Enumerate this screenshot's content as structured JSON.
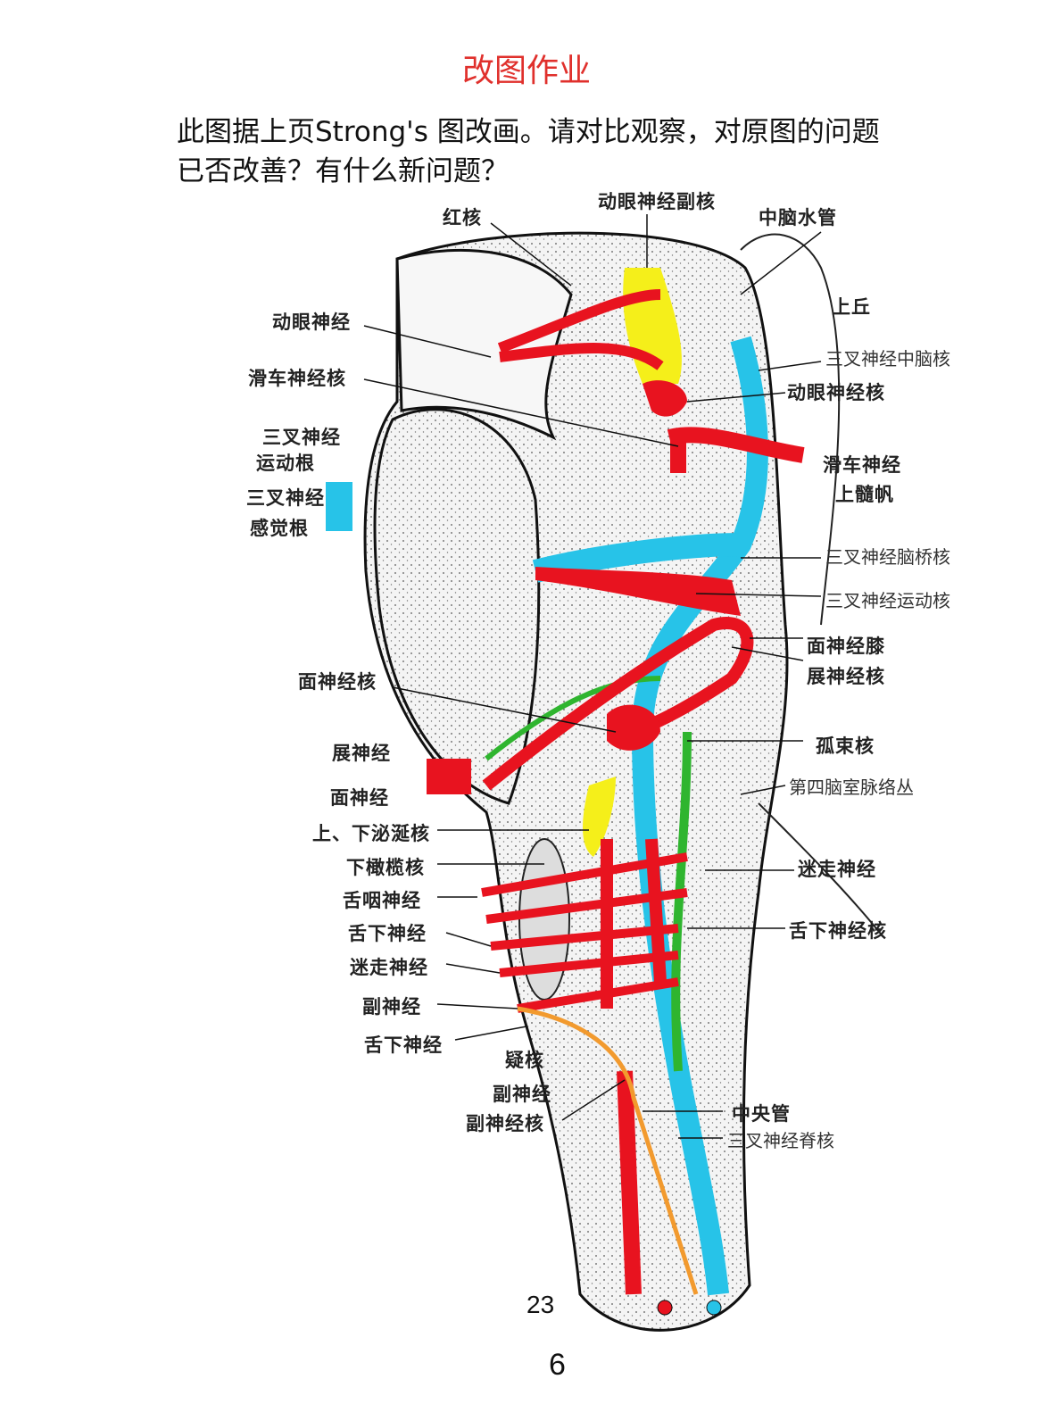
{
  "title": "改图作业",
  "intro": {
    "line1": "此图据上页Strong's 图改画。请对比观察，对原图的问题",
    "line2": "已否改善？有什么新问题？"
  },
  "labels_left": [
    "红核",
    "动眼神经",
    "滑车神经核",
    "三叉神经",
    "运动根",
    "三叉神经",
    "感觉根",
    "面神经核",
    "展神经",
    "面神经",
    "上、下泌涎核",
    "下橄榄核",
    "舌咽神经",
    "舌下神经",
    "迷走神经",
    "副神经",
    "舌下神经",
    "疑核",
    "副神经",
    "副神经核"
  ],
  "labels_right": [
    "动眼神经副核",
    "中脑水管",
    "上丘",
    "三叉神经中脑核",
    "动眼神经核",
    "滑车神经",
    "上髓帆",
    "三叉神经脑桥核",
    "三叉神经运动核",
    "面神经膝",
    "展神经核",
    "孤束核",
    "第四脑室脉络丛",
    "迷走神经",
    "舌下神经核",
    "中央管",
    "三叉神经脊核"
  ],
  "page_numbers": {
    "inner": "23",
    "outer": "6"
  },
  "colors": {
    "motor": "#e8131f",
    "sensory": "#27c3e8",
    "visceral_motor": "#f5ef1a",
    "visceral_sensory": "#2fb52f",
    "accessory": "#f29a2e",
    "title": "#e0302c"
  }
}
